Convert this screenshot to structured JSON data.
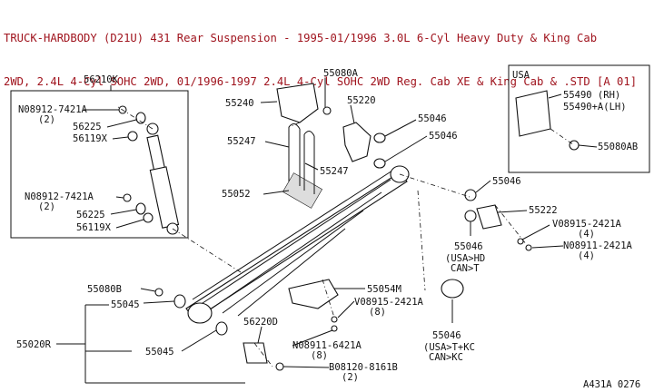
{
  "title_lines": [
    "TRUCK-HARDBODY (D21U) 431 Rear Suspension - 1995-01/1996 3.0L 6-Cyl Heavy Duty & King Cab",
    "2WD, 2.4L 4-Cyl SOHC 2WD, 01/1996-1997 2.4L 4-Cyl SOHC 2WD Reg. Cab XE & King Cab & .STD [A 01]"
  ],
  "colors": {
    "title": "#a0141e",
    "lines": "#111111"
  },
  "inset_usa_label": "USA",
  "labels": {
    "p56210k": "56210K",
    "n08912a": "N08912-7421A",
    "n08912a_qty": "(2)",
    "p56225a": "56225",
    "p56119xa": "56119X",
    "n08912b": "N08912-7421A",
    "n08912b_qty": "(2)",
    "p56225b": "56225",
    "p56119xb": "56119X",
    "p55240": "55240",
    "p55080a": "55080A",
    "p55220": "55220",
    "p55046a": "55046",
    "p55046b": "55046",
    "p55247a": "55247",
    "p55247b": "55247",
    "p55052": "55052",
    "p55490": "55490  (RH)",
    "p55490a": "55490+A(LH)",
    "p55080ab": "55080AB",
    "p55046c": "55046",
    "p55222": "55222",
    "v08915a": "V08915-2421A",
    "v08915a_qty": "(4)",
    "n08911a": "N08911-2421A",
    "n08911a_qty": "(4)",
    "p55046d": "55046",
    "p55046d_note1": "(USA>HD",
    "p55046d_note2": "CAN>T",
    "p55054m": "55054M",
    "v08915b": "V08915-2421A",
    "v08915b_qty": "(8)",
    "p55080b": "55080B",
    "p55045a": "55045",
    "p56220d": "56220D",
    "n08911b": "N08911-6421A",
    "n08911b_qty": "(8)",
    "p55020r": "55020R",
    "p55045b": "55045",
    "b08120": "B08120-8161B",
    "b08120_qty": "(2)",
    "p55046e": "55046",
    "p55046e_note1": "(USA>T+KC",
    "p55046e_note2": "CAN>KC",
    "ref": "A431A 0276"
  }
}
